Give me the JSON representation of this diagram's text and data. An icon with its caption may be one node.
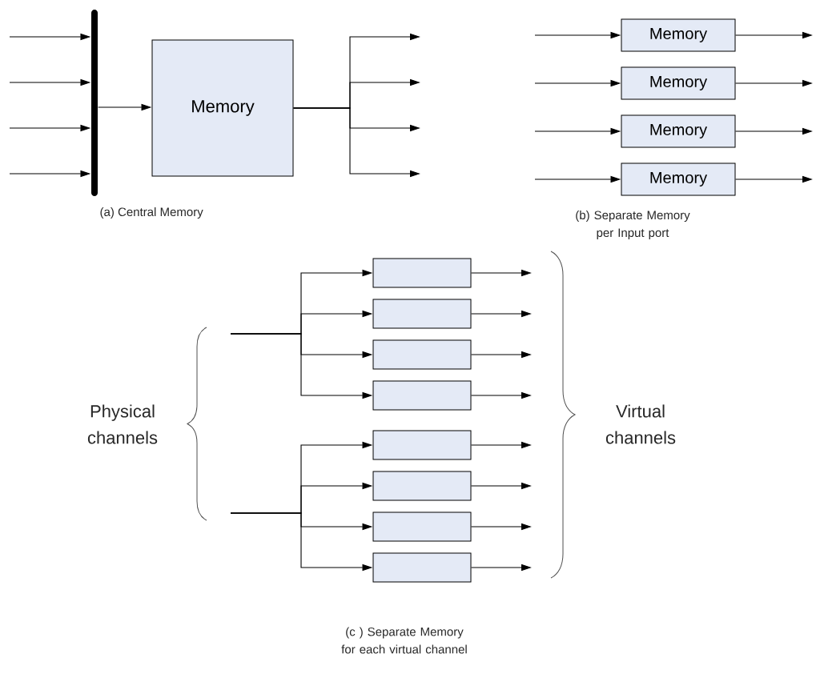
{
  "diagram": {
    "nodes": [
      {
        "text": [],
        "shape": "bar"
      },
      {
        "text": [
          "Memory"
        ]
      },
      {
        "text": [
          "Memory"
        ]
      },
      {
        "text": [
          "Memory"
        ]
      },
      {
        "text": [
          "Memory"
        ]
      },
      {
        "text": [
          "Memory"
        ]
      },
      {
        "text": [],
        "shape": "box"
      },
      {
        "text": [],
        "shape": "box"
      },
      {
        "text": [],
        "shape": "box"
      },
      {
        "text": [],
        "shape": "box"
      },
      {
        "text": [],
        "shape": "box"
      },
      {
        "text": [],
        "shape": "box"
      },
      {
        "text": [],
        "shape": "box"
      },
      {
        "text": [],
        "shape": "box"
      }
    ],
    "edges": [
      {
        "from": null,
        "to": 0,
        "arrow": "to"
      },
      {
        "from": null,
        "to": 0,
        "arrow": "to"
      },
      {
        "from": null,
        "to": 0,
        "arrow": "to"
      },
      {
        "from": null,
        "to": 0,
        "arrow": "to"
      },
      {
        "from": 0,
        "to": 1,
        "arrow": "to"
      },
      {
        "from": 1,
        "to": null,
        "arrow": "to"
      },
      {
        "from": 1,
        "to": null,
        "arrow": "to"
      },
      {
        "from": 1,
        "to": null,
        "arrow": "to"
      },
      {
        "from": 1,
        "to": null,
        "arrow": "to"
      },
      {
        "from": null,
        "to": 2,
        "arrow": "to"
      },
      {
        "from": null,
        "to": 3,
        "arrow": "to"
      },
      {
        "from": null,
        "to": 4,
        "arrow": "to"
      },
      {
        "from": null,
        "to": 5,
        "arrow": "to"
      },
      {
        "from": 2,
        "to": null,
        "arrow": "to"
      },
      {
        "from": 3,
        "to": null,
        "arrow": "to"
      },
      {
        "from": 4,
        "to": null,
        "arrow": "to"
      },
      {
        "from": 5,
        "to": null,
        "arrow": "to"
      },
      {
        "from": null,
        "to": 6,
        "arrow": "to"
      },
      {
        "from": null,
        "to": 7,
        "arrow": "to"
      },
      {
        "from": null,
        "to": 8,
        "arrow": "to"
      },
      {
        "from": null,
        "to": 9,
        "arrow": "to"
      },
      {
        "from": null,
        "to": 10,
        "arrow": "to"
      },
      {
        "from": null,
        "to": 11,
        "arrow": "to"
      },
      {
        "from": null,
        "to": 12,
        "arrow": "to"
      },
      {
        "from": null,
        "to": 13,
        "arrow": "to"
      },
      {
        "from": 6,
        "to": null,
        "arrow": "to"
      },
      {
        "from": 7,
        "to": null,
        "arrow": "to"
      },
      {
        "from": 8,
        "to": null,
        "arrow": "to"
      },
      {
        "from": 9,
        "to": null,
        "arrow": "to"
      },
      {
        "from": 10,
        "to": null,
        "arrow": "to"
      },
      {
        "from": 11,
        "to": null,
        "arrow": "to"
      },
      {
        "from": 12,
        "to": null,
        "arrow": "to"
      },
      {
        "from": 13,
        "to": null,
        "arrow": "to"
      }
    ],
    "labels": [
      "(a) Central Memory",
      "(b) Separate Memory per Input port",
      "Physical channels",
      "Virtual channels",
      "(c ) Separate Memory for each virtual channel"
    ]
  }
}
